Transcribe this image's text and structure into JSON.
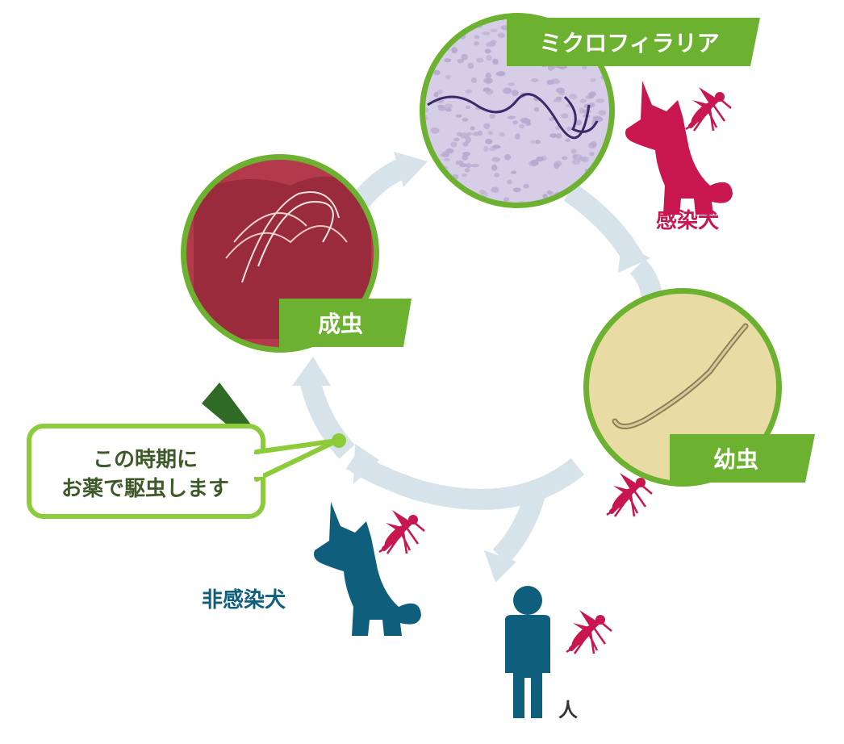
{
  "stages": {
    "microfilaria": "ミクロフィラリア",
    "adult": "成虫",
    "larva": "幼虫"
  },
  "hosts": {
    "infected_dog": "感染犬",
    "uninfected_dog": "非感染犬",
    "human": "人"
  },
  "callout": {
    "line1": "この時期に",
    "line2": "お薬で駆虫します"
  },
  "colors": {
    "green": "#6cb230",
    "green_dark": "#3d7a17",
    "callout_text": "#3f5a2a",
    "infected": "#c8164f",
    "uninfected": "#0f5f7c",
    "arrow": "#d7e3ea",
    "larva_bg": "#e8dca4",
    "blood_bg": "#d6cde6",
    "tissue_bg": "#b33a4a"
  }
}
